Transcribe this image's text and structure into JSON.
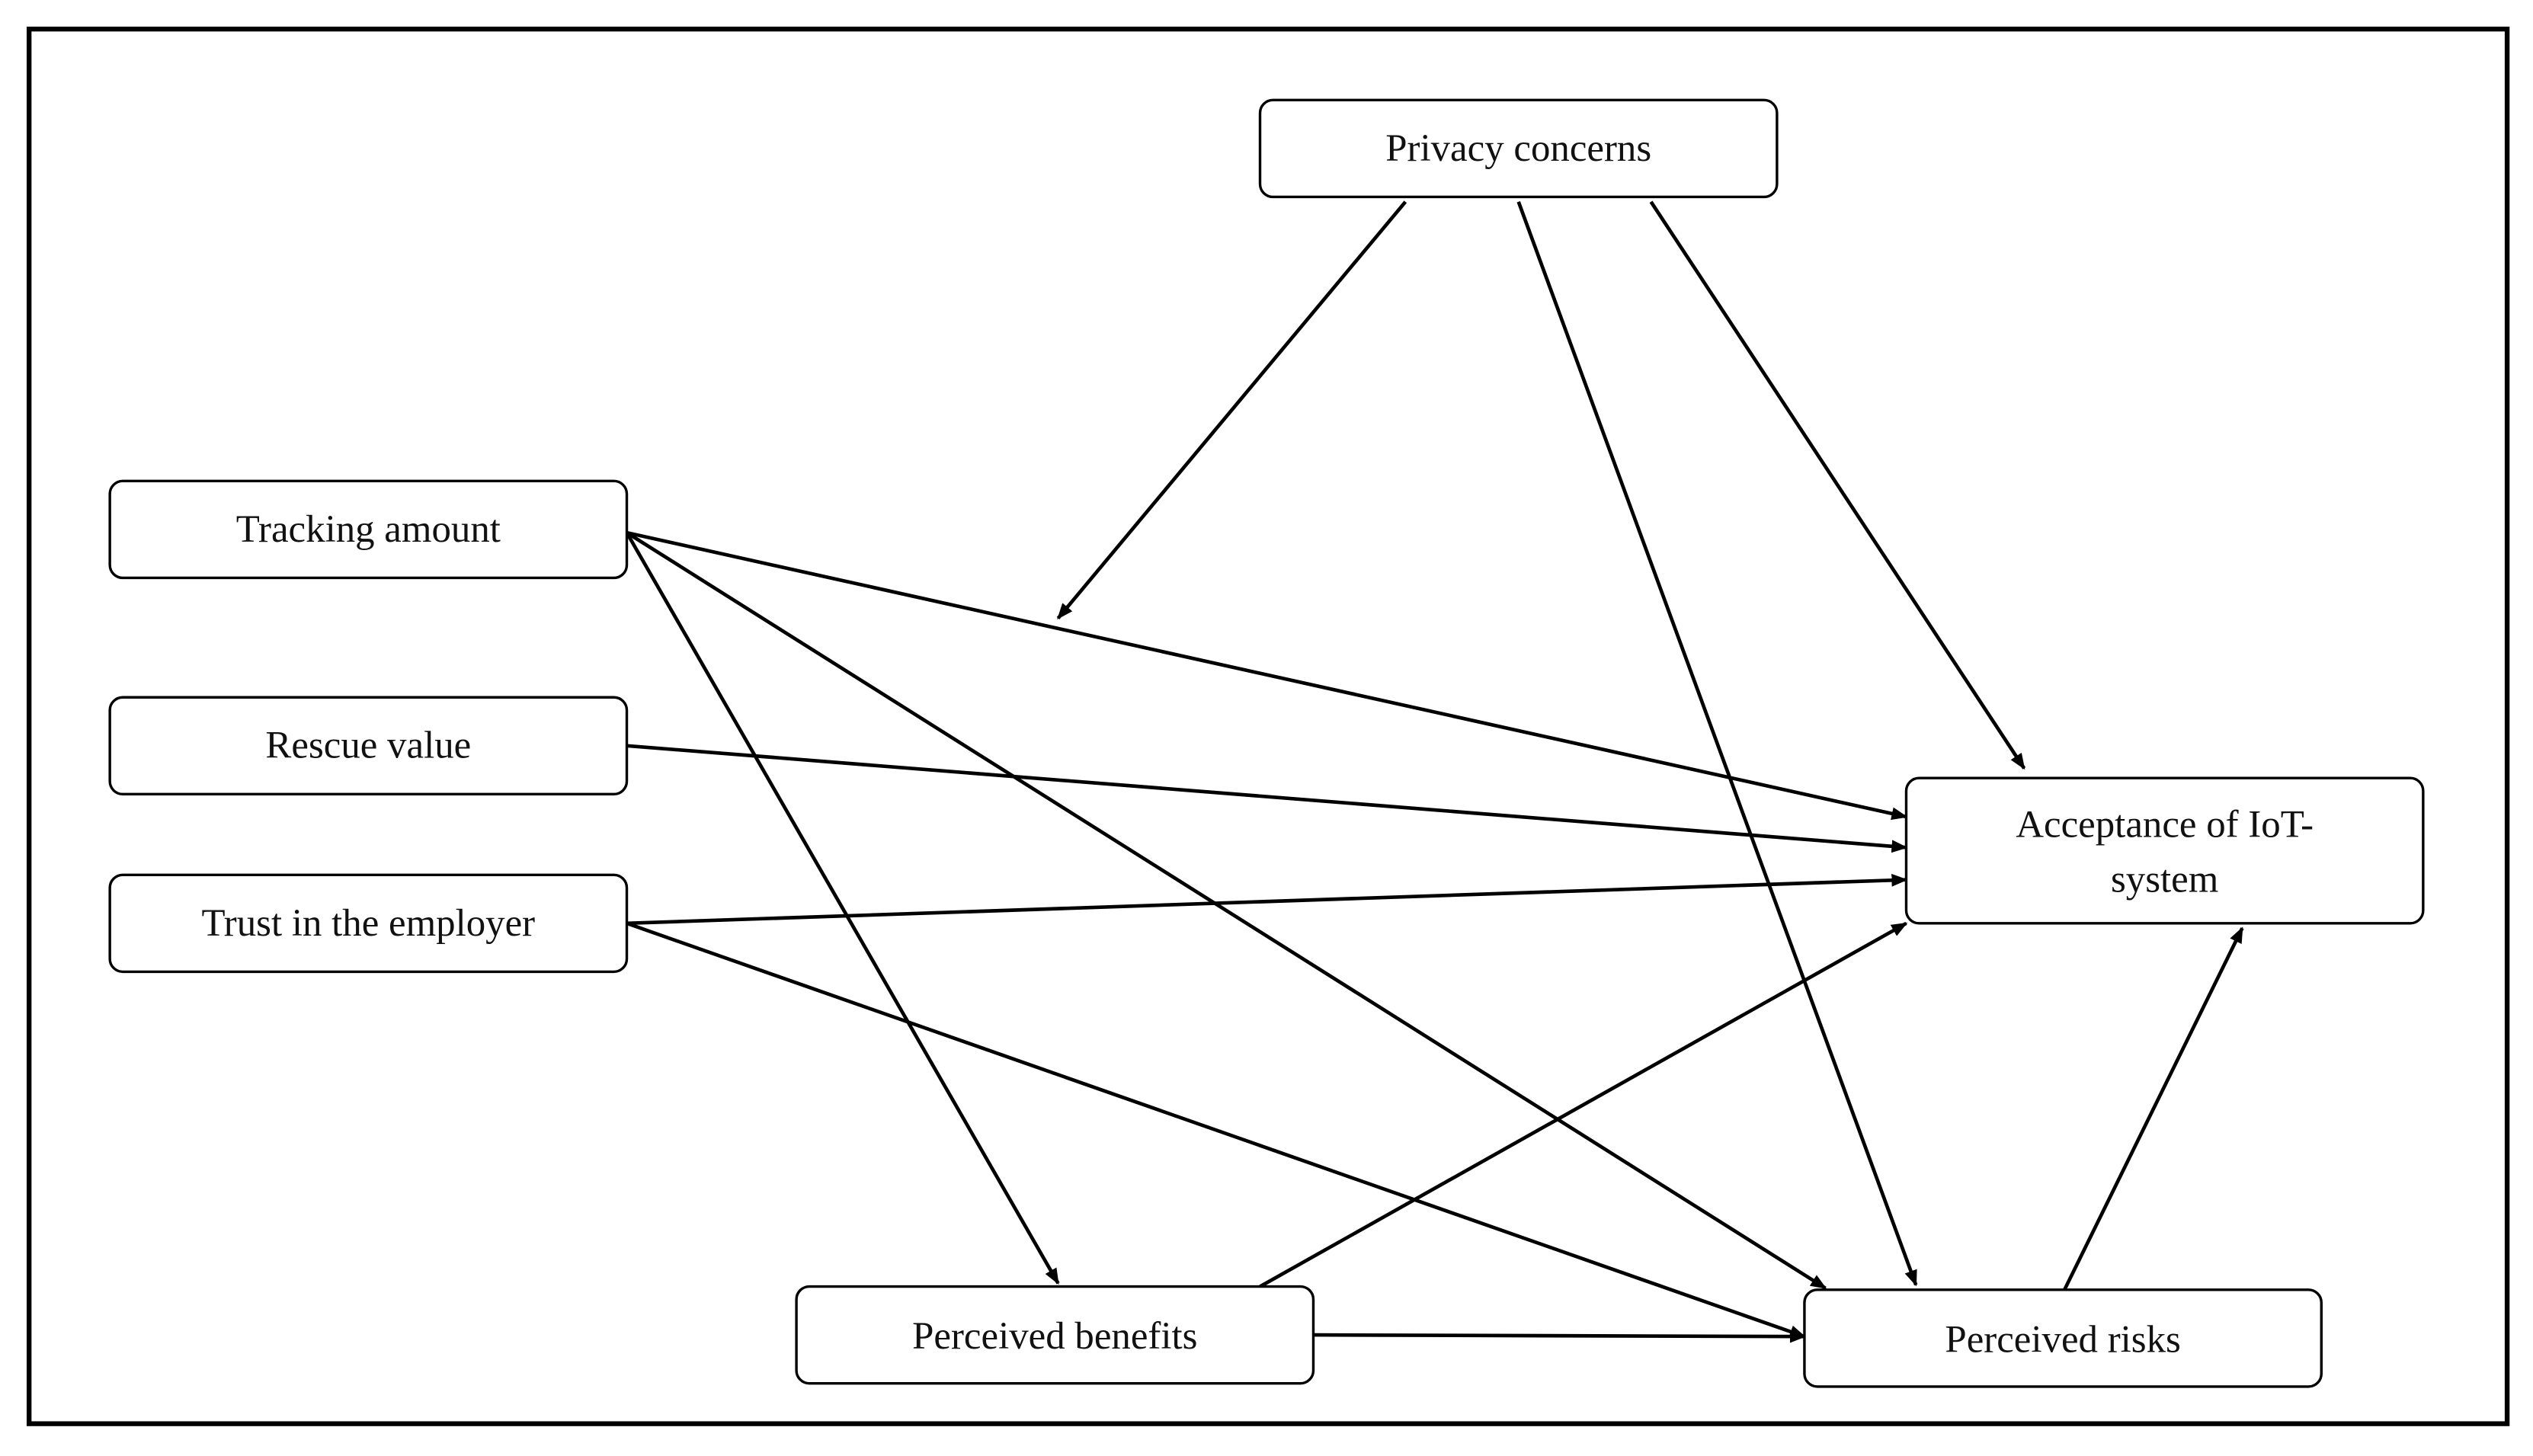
{
  "nodes": {
    "privacy": "Privacy concerns",
    "tracking": "Tracking amount",
    "rescue": "Rescue value",
    "trust": "Trust in the employer",
    "acceptance_line1": "Acceptance of IoT-",
    "acceptance_line2": "system",
    "benefits": "Perceived benefits",
    "risks": "Perceived risks"
  }
}
